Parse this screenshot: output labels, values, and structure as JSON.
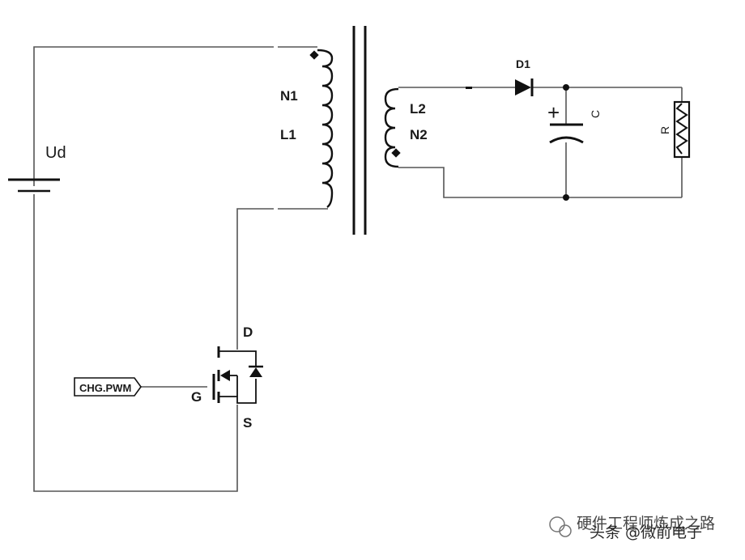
{
  "labels": {
    "source": "Ud",
    "primary_turns": "N1",
    "primary_inductor": "L1",
    "secondary_inductor": "L2",
    "secondary_turns": "N2",
    "diode": "D1",
    "capacitor": "C",
    "capacitor_polarity": "+",
    "resistor": "R",
    "mosfet_drain": "D",
    "mosfet_gate": "G",
    "mosfet_source": "S",
    "pwm_signal": "CHG.PWM"
  },
  "watermark": {
    "line1": "头条 @微前电子",
    "line2": "硬件工程师炼成之路"
  },
  "colors": {
    "wire": "#555555",
    "ink": "#111111",
    "background": "#ffffff"
  }
}
